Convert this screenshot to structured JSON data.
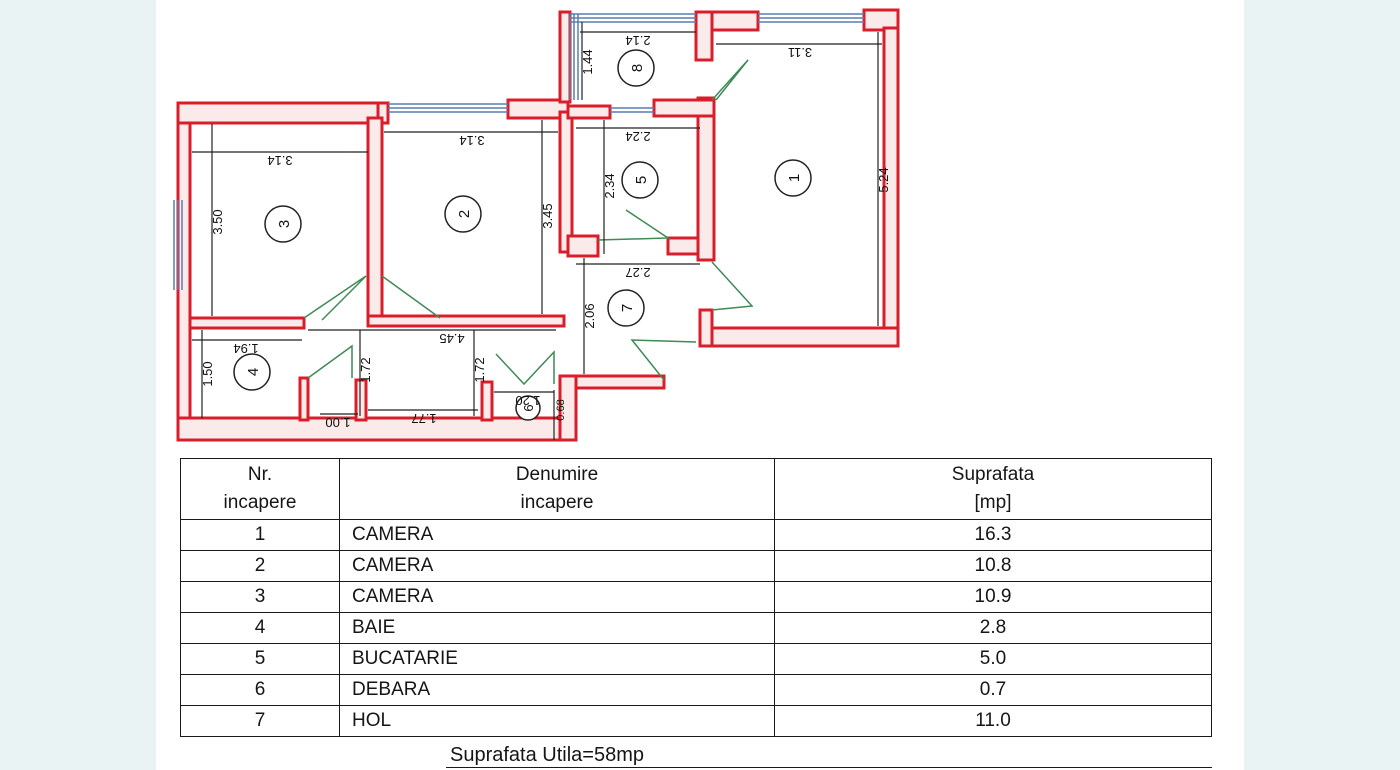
{
  "plan": {
    "rooms": [
      {
        "num": "1"
      },
      {
        "num": "2"
      },
      {
        "num": "3"
      },
      {
        "num": "4"
      },
      {
        "num": "5"
      },
      {
        "num": "6"
      },
      {
        "num": "7"
      },
      {
        "num": "8"
      }
    ],
    "dimensions": [
      {
        "label": "2.14"
      },
      {
        "label": "3.11"
      },
      {
        "label": "1.44"
      },
      {
        "label": "3.14"
      },
      {
        "label": "3.14"
      },
      {
        "label": "2.24"
      },
      {
        "label": "3.50"
      },
      {
        "label": "3.45"
      },
      {
        "label": "2.34"
      },
      {
        "label": "5.24"
      },
      {
        "label": "2.27"
      },
      {
        "label": "2.06"
      },
      {
        "label": "1.94"
      },
      {
        "label": "4.45"
      },
      {
        "label": "1.50"
      },
      {
        "label": "1.72"
      },
      {
        "label": "1.72"
      },
      {
        "label": "1.20"
      },
      {
        "label": "0.68"
      },
      {
        "label": "1.00"
      },
      {
        "label": "1.77"
      }
    ],
    "colors": {
      "wall": "#d81e2a",
      "window": "#5a7fb0",
      "door": "#3f8a55",
      "dim": "#222222"
    }
  },
  "table": {
    "header": {
      "nr_line1": "Nr.",
      "nr_line2": "incapere",
      "name_line1": "Denumire",
      "name_line2": "incapere",
      "area_line1": "Suprafata",
      "area_line2": "[mp]"
    },
    "rows": [
      {
        "nr": "1",
        "name": "CAMERA",
        "area": "16.3"
      },
      {
        "nr": "2",
        "name": "CAMERA",
        "area": "10.8"
      },
      {
        "nr": "3",
        "name": "CAMERA",
        "area": "10.9"
      },
      {
        "nr": "4",
        "name": "BAIE",
        "area": "2.8"
      },
      {
        "nr": "5",
        "name": "BUCATARIE",
        "area": "5.0"
      },
      {
        "nr": "6",
        "name": "DEBARA",
        "area": "0.7"
      },
      {
        "nr": "7",
        "name": "HOL",
        "area": "11.0"
      }
    ],
    "total": "Suprafata Utila=58mp"
  }
}
